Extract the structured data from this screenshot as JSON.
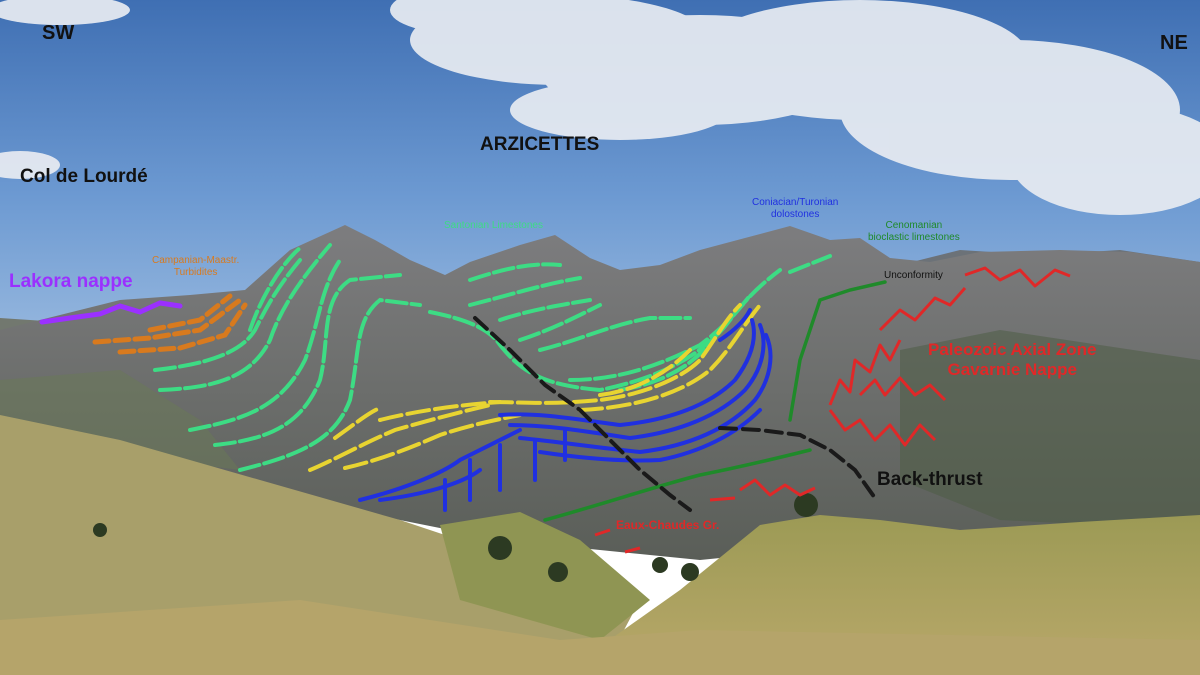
{
  "labels": {
    "sw": "SW",
    "ne": "NE",
    "arzicettes": "ARZICETTES",
    "col_de_lourde": "Col de Lourdé",
    "lakora_nappe": "Lakora nappe",
    "campanian_line1": "Campanian-Maastr.",
    "campanian_line2": "Turbidites",
    "santonian": "Santonian Limestones",
    "coniacian_line1": "Coniacian/Turonian",
    "coniacian_line2": "dolostones",
    "cenomanian_line1": "Cenomanian",
    "cenomanian_line2": "bioclastic limestones",
    "unconformity": "Unconformity",
    "paleozoic_line1": "Paleozoic Axial Zone",
    "paleozoic_line2": "Gavarnie Nappe",
    "back_thrust": "Back-thrust",
    "eaux_chaudes": "Eaux-Chaudes Gr."
  },
  "colors": {
    "lakora": "#9b30ff",
    "campanian": "#d87a1e",
    "santonian": "#3ddc84",
    "yellow_unit": "#e8d431",
    "coniacian": "#2030e0",
    "cenomanian": "#1f8a2a",
    "paleozoic": "#e02828",
    "fault": "#1a1a1a"
  }
}
